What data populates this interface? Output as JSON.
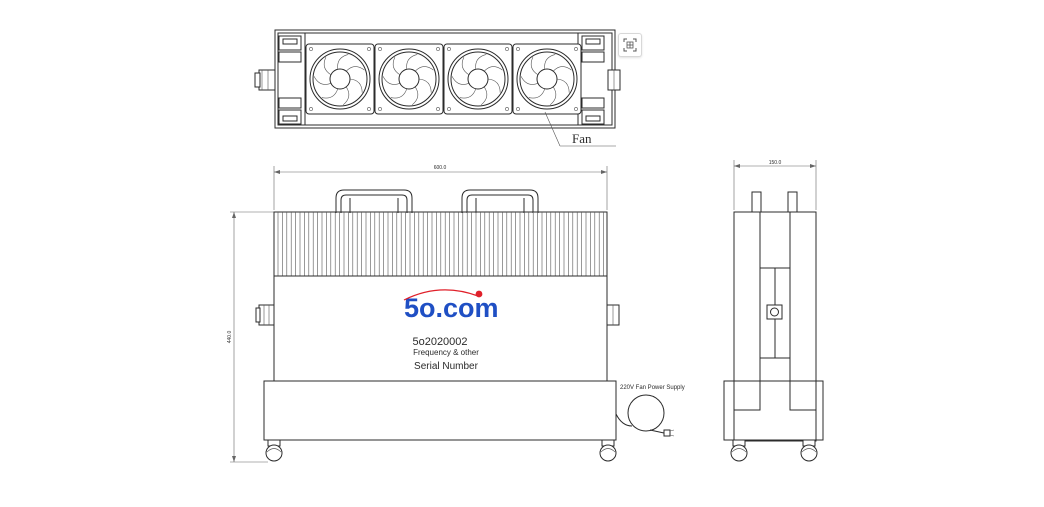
{
  "labels": {
    "fan": "Fan",
    "width_dim": "600.0",
    "height_dim": "440.0",
    "depth_dim": "150.0",
    "model": "5o2020002",
    "frequency": "Frequency & other",
    "serial": "Serial Number",
    "power_supply": "220V Fan Power Supply"
  },
  "logo": {
    "text_main": "5o",
    "text_dot": ".",
    "text_end": "com",
    "color_text": "#1f4fc4",
    "color_dot": "#e0202a"
  },
  "icons": {
    "scan_button": "scan-qr-icon"
  },
  "fan_count": 4
}
